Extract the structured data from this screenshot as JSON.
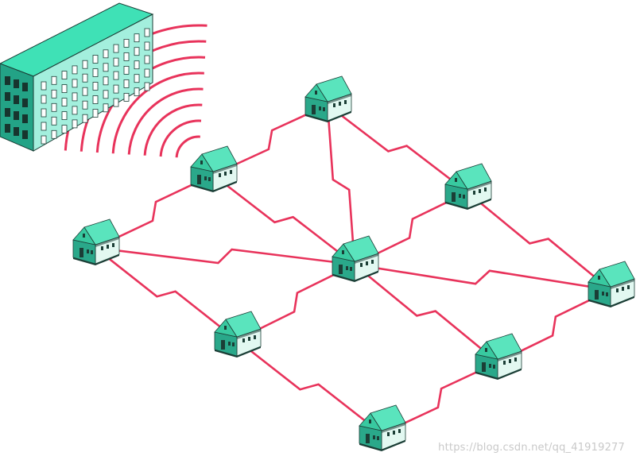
{
  "colors": {
    "link": "#e8335b",
    "wave": "#e8335b",
    "house_roof": "#53e0b6",
    "house_front": "#2aa88a",
    "house_side": "#dff7f0",
    "house_dark": "#1b3e36",
    "building_top": "#3fe1b6",
    "building_front": "#2fb898",
    "building_side": "#9feedd",
    "window": "#17352e"
  },
  "diagram": {
    "building": {
      "label": "building",
      "icon": "office-building-icon"
    },
    "nodes": [
      {
        "id": "h-top",
        "icon": "house-icon"
      },
      {
        "id": "h-upper-left",
        "icon": "house-icon"
      },
      {
        "id": "h-right-upper",
        "icon": "house-icon"
      },
      {
        "id": "h-left",
        "icon": "house-icon"
      },
      {
        "id": "h-center",
        "icon": "house-icon"
      },
      {
        "id": "h-far-right",
        "icon": "house-icon"
      },
      {
        "id": "h-lower-left",
        "icon": "house-icon"
      },
      {
        "id": "h-lower-right",
        "icon": "house-icon"
      },
      {
        "id": "h-bottom",
        "icon": "house-icon"
      }
    ],
    "links": [
      [
        "h-upper-left",
        "h-top"
      ],
      [
        "h-top",
        "h-right-upper"
      ],
      [
        "h-top",
        "h-center"
      ],
      [
        "h-upper-left",
        "h-left"
      ],
      [
        "h-upper-left",
        "h-center"
      ],
      [
        "h-left",
        "h-center"
      ],
      [
        "h-right-upper",
        "h-center"
      ],
      [
        "h-right-upper",
        "h-far-right"
      ],
      [
        "h-center",
        "h-far-right"
      ],
      [
        "h-left",
        "h-lower-left"
      ],
      [
        "h-center",
        "h-lower-left"
      ],
      [
        "h-center",
        "h-lower-right"
      ],
      [
        "h-far-right",
        "h-lower-right"
      ],
      [
        "h-lower-left",
        "h-bottom"
      ],
      [
        "h-lower-right",
        "h-bottom"
      ]
    ]
  },
  "watermark": "https://blog.csdn.net/qq_41919277"
}
